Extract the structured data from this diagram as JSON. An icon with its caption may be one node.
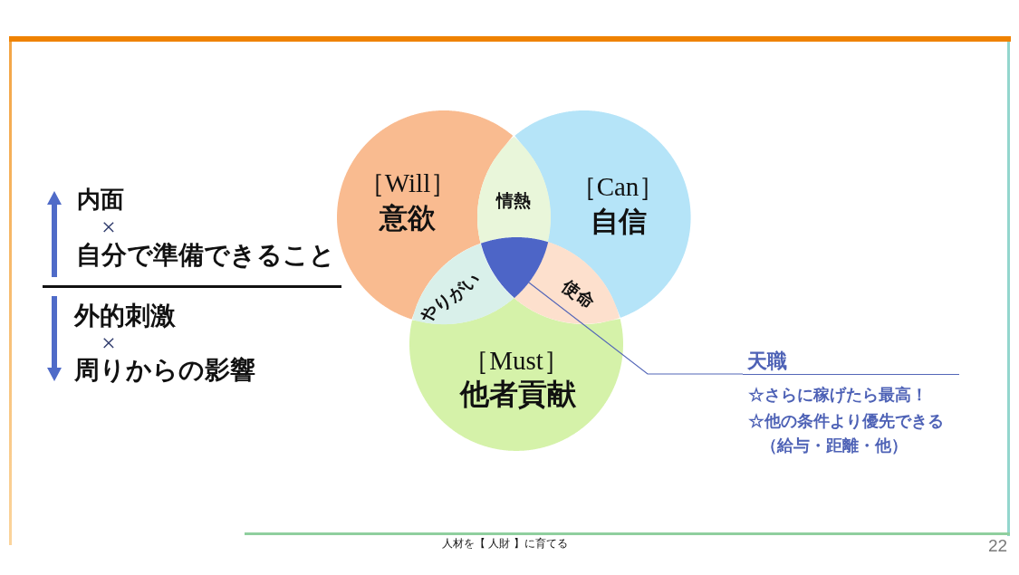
{
  "diagram": {
    "nodes": [
      {
        "text": [
          "［Will］",
          "意欲"
        ]
      },
      {
        "text": [
          "［Can］",
          "自信"
        ]
      },
      {
        "text": [
          "［Must］",
          "他者貢献"
        ]
      },
      {
        "text": [
          "情熱"
        ]
      },
      {
        "text": [
          "やりがい"
        ]
      },
      {
        "text": [
          "使命"
        ]
      },
      {
        "text": [],
        "shape": "triangle"
      },
      {
        "text": [
          "天職",
          "☆さらに稼げたら最高！",
          "☆他の条件より優先できる（給与・距離・他）"
        ]
      }
    ],
    "edges": [
      {
        "from": 7,
        "to": 6,
        "arrow": "none"
      }
    ],
    "labels": [
      "内面",
      "×",
      "自分で準備できること",
      "外的刺激",
      "×",
      "周りからの影響",
      "人材を【 人財 】に育てる",
      "22"
    ]
  }
}
